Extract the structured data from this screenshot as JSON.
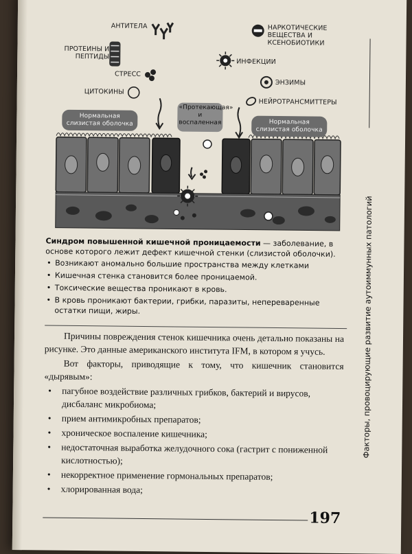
{
  "illustration": {
    "labels": {
      "antibodies": "АНТИТЕЛА",
      "proteins": "ПРОТЕИНЫ И ПЕПТИДЫ",
      "stress": "СТРЕСС",
      "cytokines": "ЦИТОКИНЫ",
      "drugs": "НАРКОТИЧЕСКИЕ ВЕЩЕСТВА И КСЕНОБИОТИКИ",
      "infections": "ИНФЕКЦИИ",
      "enzymes": "ЭНЗИМЫ",
      "neurotransmitters": "НЕЙРОТРАНСМИТТЕРЫ",
      "normal_left": "Нормальная слизистая оболочка",
      "leaky": "«Протекающая» и воспаленная",
      "normal_right": "Нормальная слизистая оболочка"
    }
  },
  "caption": {
    "title": "Синдром повышенной кишечной проницаемости",
    "title_rest": " — заболевание, в основе которого лежит дефект кишечной стенки (слизистой оболочки).",
    "bullets": [
      "Возникают аномально большие пространства между клетками",
      "Кишечная стенка становится более проницаемой.",
      "Токсические вещества проникают в кровь.",
      "В кровь проникают бактерии, грибки, паразиты, непереваренные остатки пищи, жиры."
    ]
  },
  "body": {
    "paragraph1": "Причины повреждения стенок кишечника очень детально показаны на рисунке. Это данные американского института IFM, в котором я учусь.",
    "paragraph2": "Вот факторы, приводящие к тому, что кишечник становится «дырявым»:",
    "factors": [
      "пагубное воздействие различных грибков, бактерий и вирусов, дисбаланс микробиома;",
      "прием антимикробных препаратов;",
      "хроническое воспаление кишечника;",
      "недостаточная выработка желудочного сока (гастрит с пониженной кислотностью);",
      "некорректное применение гормональных препаратов;",
      "хлорированная вода;"
    ]
  },
  "sidebar_title": "Факторы, провоцирующие развитие аутоиммунных патологий",
  "page_number": "197"
}
